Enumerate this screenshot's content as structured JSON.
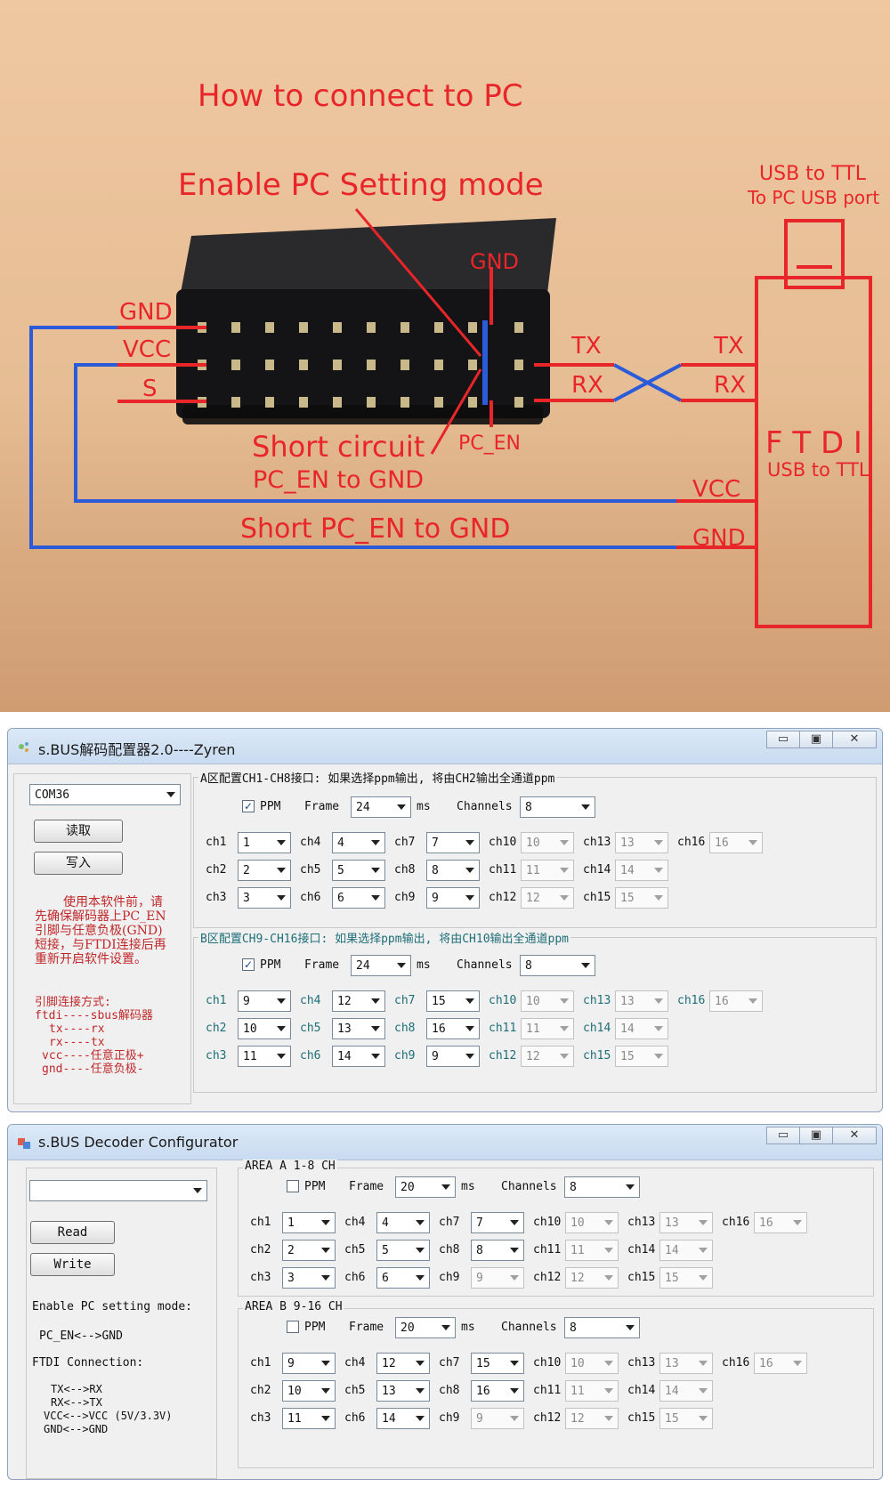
{
  "diagram": {
    "title": "How to connect to PC",
    "enable_label": "Enable PC Setting mode",
    "gnd_top": "GND",
    "left_gnd": "GND",
    "left_vcc": "VCC",
    "left_s": "S",
    "tx_left": "TX",
    "rx_left": "RX",
    "tx_right": "TX",
    "rx_right": "RX",
    "short_circuit": "Short circuit",
    "pc_en_label": "PC_EN",
    "pc_en_to_gnd": "PC_EN to GND",
    "short_pc_en": "Short PC_EN to GND",
    "usb_to_ttl": "USB to TTL",
    "to_pc_usb": "To PC USB port",
    "ftdi": "F T D I",
    "ftdi_sub": "USB to TTL",
    "vcc_right": "VCC",
    "gnd_right": "GND",
    "colors": {
      "red": "#e8262a",
      "blue": "#2b5bd8"
    }
  },
  "win_cn": {
    "title": "s.BUS解码配置器2.0----Zyren",
    "com_value": "COM36",
    "read_label": "读取",
    "write_label": "写入",
    "note1": [
      "使用本软件前，请",
      "先确保解码器上PC_EN",
      "引脚与任意负极(GND)",
      "短接，与FTDI连接后再",
      "重新开启软件设置。"
    ],
    "note2": [
      "引脚连接方式:",
      "ftdi----sbus解码器",
      "tx----rx",
      "rx----tx",
      "vcc----任意正极+",
      "gnd----任意负极-"
    ],
    "area_a": {
      "header": "A区配置CH1-CH8接口: 如果选择ppm输出, 将由CH2输出全通道ppm",
      "ppm": "PPM",
      "ppm_check": "✓",
      "frame": "Frame",
      "frame_value": "24",
      "ms": "ms",
      "channels": "Channels",
      "channels_value": "8",
      "rows": [
        [
          [
            "ch1",
            "1",
            true
          ],
          [
            "ch4",
            "4",
            true
          ],
          [
            "ch7",
            "7",
            true
          ],
          [
            "ch10",
            "10",
            false
          ],
          [
            "ch13",
            "13",
            false
          ],
          [
            "ch16",
            "16",
            false
          ]
        ],
        [
          [
            "ch2",
            "2",
            true
          ],
          [
            "ch5",
            "5",
            true
          ],
          [
            "ch8",
            "8",
            true
          ],
          [
            "ch11",
            "11",
            false
          ],
          [
            "ch14",
            "14",
            false
          ]
        ],
        [
          [
            "ch3",
            "3",
            true
          ],
          [
            "ch6",
            "6",
            true
          ],
          [
            "ch9",
            "9",
            true
          ],
          [
            "ch12",
            "12",
            false
          ],
          [
            "ch15",
            "15",
            false
          ]
        ]
      ]
    },
    "area_b": {
      "header": "B区配置CH9-CH16接口: 如果选择ppm输出, 将由CH10输出全通道ppm",
      "ppm": "PPM",
      "ppm_check": "✓",
      "frame": "Frame",
      "frame_value": "24",
      "ms": "ms",
      "channels": "Channels",
      "channels_value": "8",
      "rows": [
        [
          [
            "ch1",
            "9",
            true
          ],
          [
            "ch4",
            "12",
            true
          ],
          [
            "ch7",
            "15",
            true
          ],
          [
            "ch10",
            "10",
            false
          ],
          [
            "ch13",
            "13",
            false
          ],
          [
            "ch16",
            "16",
            false
          ]
        ],
        [
          [
            "ch2",
            "10",
            true
          ],
          [
            "ch5",
            "13",
            true
          ],
          [
            "ch8",
            "16",
            true
          ],
          [
            "ch11",
            "11",
            false
          ],
          [
            "ch14",
            "14",
            false
          ]
        ],
        [
          [
            "ch3",
            "11",
            true
          ],
          [
            "ch6",
            "14",
            true
          ],
          [
            "ch9",
            "9",
            true
          ],
          [
            "ch12",
            "12",
            false
          ],
          [
            "ch15",
            "15",
            false
          ]
        ]
      ]
    }
  },
  "win_en": {
    "title": "s.BUS Decoder Configurator",
    "com_value": "",
    "read_label": "Read",
    "write_label": "Write",
    "enable_label": "Enable PC setting mode:",
    "pc_en": "PC_EN<-->GND",
    "ftdi_conn": "FTDI Connection:",
    "conn_lines": [
      "TX<-->RX",
      "RX<-->TX",
      "VCC<-->VCC (5V/3.3V)",
      "GND<-->GND"
    ],
    "area_a": {
      "header": "AREA A 1-8 CH",
      "ppm": "PPM",
      "ppm_check": "",
      "frame": "Frame",
      "frame_value": "20",
      "ms": "ms",
      "channels": "Channels",
      "channels_value": "8",
      "rows": [
        [
          [
            "ch1",
            "1",
            true
          ],
          [
            "ch4",
            "4",
            true
          ],
          [
            "ch7",
            "7",
            true
          ],
          [
            "ch10",
            "10",
            false
          ],
          [
            "ch13",
            "13",
            false
          ],
          [
            "ch16",
            "16",
            false
          ]
        ],
        [
          [
            "ch2",
            "2",
            true
          ],
          [
            "ch5",
            "5",
            true
          ],
          [
            "ch8",
            "8",
            true
          ],
          [
            "ch11",
            "11",
            false
          ],
          [
            "ch14",
            "14",
            false
          ]
        ],
        [
          [
            "ch3",
            "3",
            true
          ],
          [
            "ch6",
            "6",
            true
          ],
          [
            "ch9",
            "9",
            false
          ],
          [
            "ch12",
            "12",
            false
          ],
          [
            "ch15",
            "15",
            false
          ]
        ]
      ]
    },
    "area_b": {
      "header": "AREA B 9-16 CH",
      "ppm": "PPM",
      "ppm_check": "",
      "frame": "Frame",
      "frame_value": "20",
      "ms": "ms",
      "channels": "Channels",
      "channels_value": "8",
      "rows": [
        [
          [
            "ch1",
            "9",
            true
          ],
          [
            "ch4",
            "12",
            true
          ],
          [
            "ch7",
            "15",
            true
          ],
          [
            "ch10",
            "10",
            false
          ],
          [
            "ch13",
            "13",
            false
          ],
          [
            "ch16",
            "16",
            false
          ]
        ],
        [
          [
            "ch2",
            "10",
            true
          ],
          [
            "ch5",
            "13",
            true
          ],
          [
            "ch8",
            "16",
            true
          ],
          [
            "ch11",
            "11",
            false
          ],
          [
            "ch14",
            "14",
            false
          ]
        ],
        [
          [
            "ch3",
            "11",
            true
          ],
          [
            "ch6",
            "14",
            true
          ],
          [
            "ch9",
            "9",
            false
          ],
          [
            "ch12",
            "12",
            false
          ],
          [
            "ch15",
            "15",
            false
          ]
        ]
      ]
    }
  }
}
